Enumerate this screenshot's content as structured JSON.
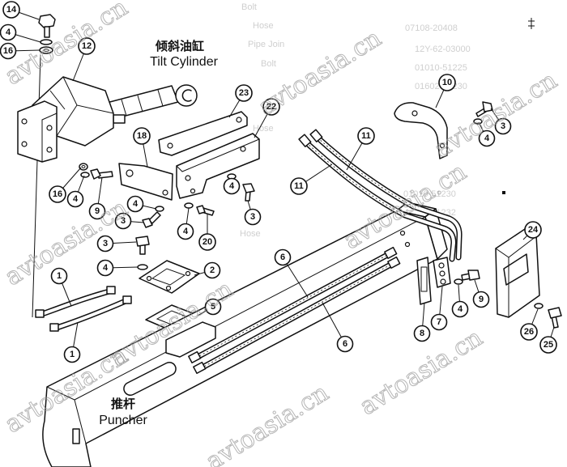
{
  "labels": {
    "tilt_cylinder_cn": "倾斜油缸",
    "tilt_cylinder_en": "Tilt Cylinder",
    "puncher_cn": "推杆",
    "puncher_en": "Puncher"
  },
  "callouts": [
    "14",
    "4",
    "16",
    "12",
    "10",
    "23",
    "22",
    "18",
    "11",
    "11",
    "3",
    "4",
    "16",
    "4",
    "9",
    "4",
    "3",
    "4",
    "20",
    "4",
    "3",
    "3",
    "4",
    "2",
    "5",
    "1",
    "1",
    "6",
    "6",
    "8",
    "7",
    "4",
    "9",
    "24",
    "26",
    "25"
  ],
  "watermark": "avtoasia.cn",
  "background_text": [
    "Bolt",
    "Hose",
    "Pipe Join",
    "Bolt",
    "Hose",
    "Hose",
    "07108-20408",
    "12Y-62-03000",
    "01010-51225",
    "01602-21230",
    "01010-51230",
    "01643-31232"
  ],
  "colors": {
    "line": "#111111",
    "paper": "#ffffff",
    "watermark": "#9c9c9c",
    "bleed": "#cfcfcf"
  }
}
